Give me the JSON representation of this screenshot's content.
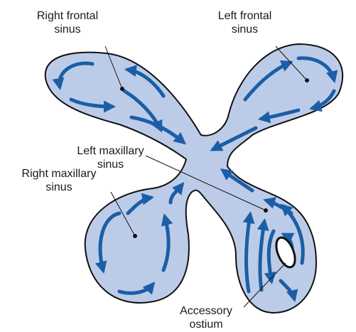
{
  "labels": {
    "right_frontal": [
      "Right frontal",
      "sinus"
    ],
    "left_frontal": [
      "Left frontal",
      "sinus"
    ],
    "left_maxillary": [
      "Left maxillary",
      "sinus"
    ],
    "right_maxillary": [
      "Right maxillary",
      "sinus"
    ],
    "accessory_ostium": [
      "Accessory",
      "ostium"
    ]
  },
  "colors": {
    "cavity_fill": "#bccce8",
    "outline": "#111111",
    "arrow": "#1b5ea6",
    "ostium_fill": "#ffffff"
  }
}
